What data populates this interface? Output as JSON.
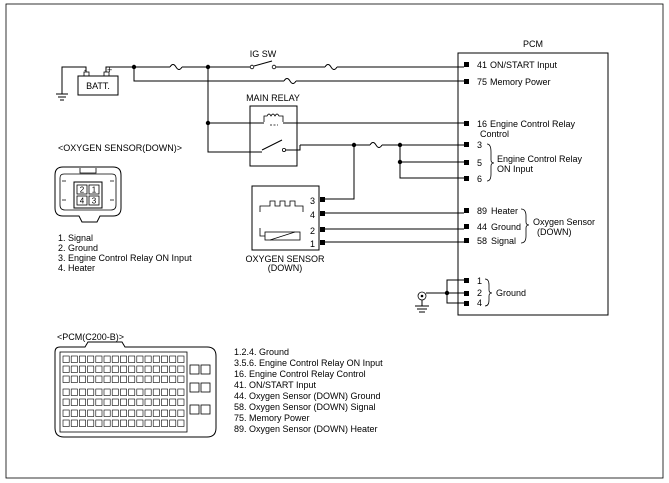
{
  "labels": {
    "pcm": "PCM",
    "ig_sw": "IG SW",
    "batt": "BATT.",
    "main_relay": "MAIN RELAY",
    "o2_title": "<OXYGEN SENSOR(DOWN)>",
    "o2_comp_line1": "OXYGEN SENSOR",
    "o2_comp_line2": "(DOWN)",
    "pcm_conn_title": "<PCM(C200-B)>"
  },
  "pcm_pins": [
    {
      "num": "41",
      "label": "ON/START Input"
    },
    {
      "num": "75",
      "label": "Memory Power"
    },
    {
      "num": "16",
      "label": "Engine Control Relay"
    },
    {
      "num": "3",
      "label": ""
    },
    {
      "num": "5",
      "label": ""
    },
    {
      "num": "6",
      "label": ""
    },
    {
      "num": "89",
      "label": "Heater"
    },
    {
      "num": "44",
      "label": "Ground"
    },
    {
      "num": "58",
      "label": "Signal"
    },
    {
      "num": "1",
      "label": ""
    },
    {
      "num": "2",
      "label": ""
    },
    {
      "num": "4",
      "label": ""
    }
  ],
  "pcm_pin16_line2": "Control",
  "groups": {
    "relay_on_input_line1": "Engine Control Relay",
    "relay_on_input_line2": "ON Input",
    "o2_line1": "Oxygen Sensor",
    "o2_line2": "(DOWN)",
    "ground": "Ground"
  },
  "o2_sensor_pins": [
    "3",
    "4",
    "2",
    "1"
  ],
  "o2_connector_pins": [
    "2",
    "1",
    "4",
    "3"
  ],
  "o2_legend": [
    "1. Signal",
    "2. Ground",
    "3. Engine Control Relay ON Input",
    "4. Heater"
  ],
  "pcm_legend": [
    "1.2.4. Ground",
    "3.5.6. Engine Control Relay ON Input",
    "16. Engine Control Relay Control",
    "41. ON/START Input",
    "44. Oxygen Sensor (DOWN) Ground",
    "58. Oxygen Sensor (DOWN) Signal",
    "75. Memory Power",
    "89. Oxygen Sensor (DOWN) Heater"
  ]
}
